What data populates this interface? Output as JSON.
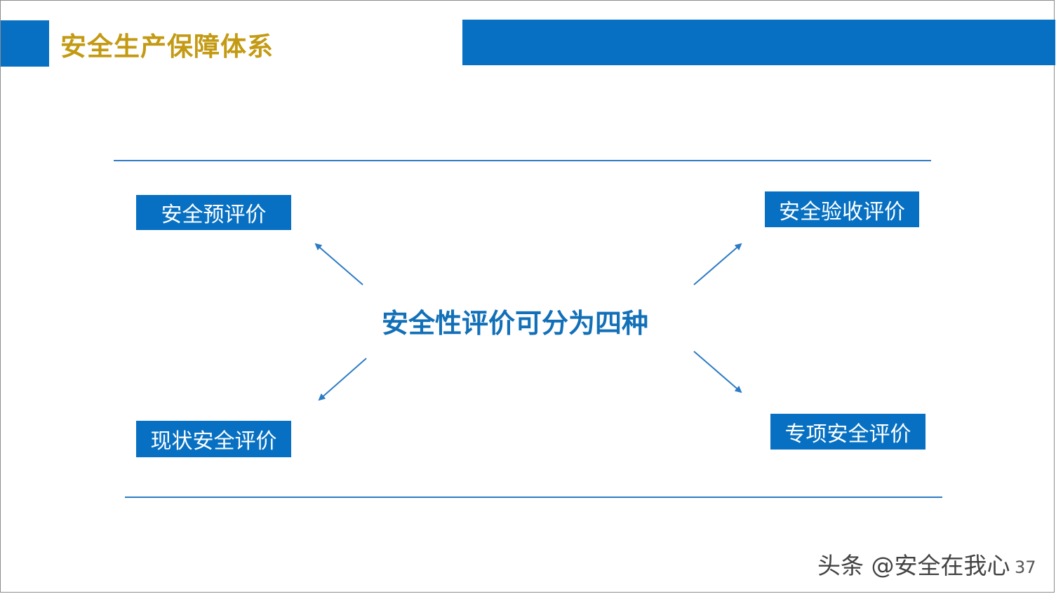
{
  "header": {
    "title": "安全生产保障体系"
  },
  "diagram": {
    "center": "安全性评价可分为四种",
    "nodes": {
      "top_left": "安全预评价",
      "top_right": "安全验收评价",
      "bottom_left": "现状安全评价",
      "bottom_right": "专项安全评价"
    }
  },
  "footer": {
    "watermark": "头条 @安全在我心",
    "page_number": "37"
  },
  "colors": {
    "accent_blue": "#0770c2",
    "title_gold": "#c39a12",
    "center_text_blue": "#1270b8",
    "arrow_blue": "#2d7bc4"
  }
}
